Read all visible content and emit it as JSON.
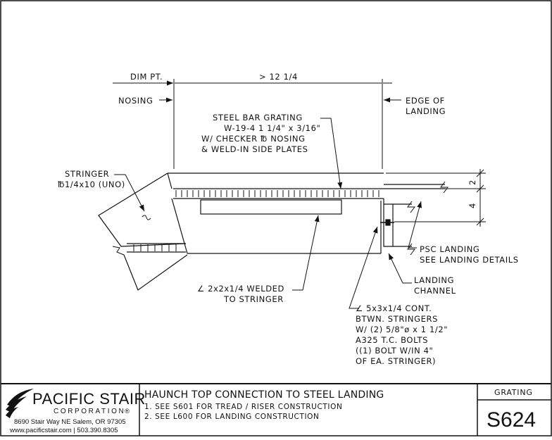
{
  "drawing": {
    "dim_point_label": "DIM PT.",
    "dimension_label": "> 12 1/4",
    "nosing_label": "NOSING",
    "edge_label": [
      "EDGE OF",
      "LANDING"
    ],
    "grating_callout": [
      "STEEL BAR GRATING",
      "W-19-4 1 1/4\" x 3/16\"",
      "W/ CHECKER ℔ NOSING",
      "& WELD-IN SIDE PLATES"
    ],
    "stringer_callout": [
      "STRINGER",
      "℔1/4x10 (UNO)"
    ],
    "angle_callout": [
      "∠ 2x2x1/4 WELDED",
      "TO STRINGER"
    ],
    "psc_callout": [
      "PSC LANDING",
      "SEE LANDING DETAILS"
    ],
    "channel_callout": [
      "LANDING",
      "CHANNEL"
    ],
    "cont_angle_callout": [
      "∠ 5x3x1/4 CONT.",
      "BTWN. STRINGERS",
      "W/ (2) 5/8\"ø x 1 1/2\"",
      "A325 T.C. BOLTS",
      "((1) BOLT W/IN 4\"",
      "OF EA. STRINGER)"
    ],
    "dim_2": "2",
    "dim_4": "4"
  },
  "title_block": {
    "company_name": "PACIFIC STAIR",
    "company_sub": "CORPORATION",
    "registered": "®",
    "address": "8690 Stair Way NE Salem, OR 97305",
    "contact": "www.pacificstair.com  |  503.390.8305",
    "title": "HAUNCH TOP CONNECTION TO STEEL LANDING",
    "notes": [
      "1.  SEE S601 FOR TREAD / RISER CONSTRUCTION",
      "2.  SEE L600 FOR LANDING CONSTRUCTION"
    ],
    "section": "GRATING",
    "sheet_number": "S624"
  },
  "colors": {
    "line": "#111111",
    "background": "#ffffff"
  }
}
